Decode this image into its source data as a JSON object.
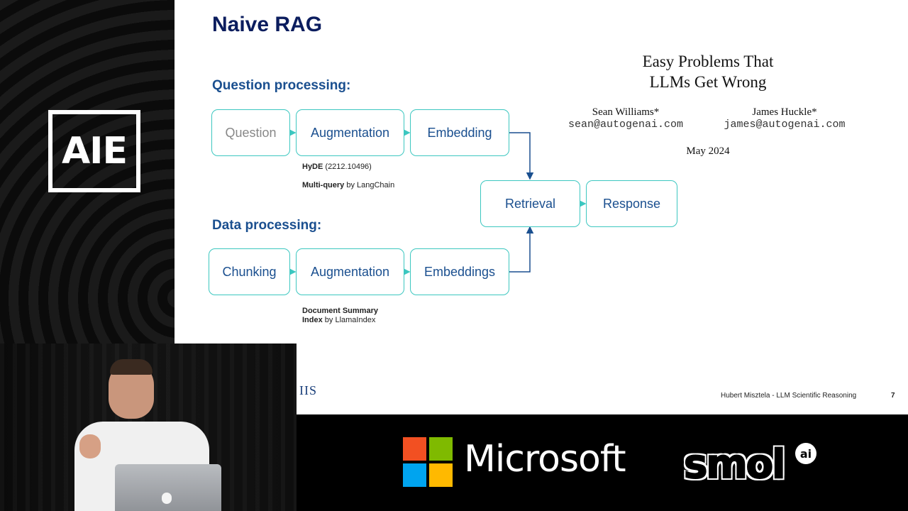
{
  "branding": {
    "event_logo": "AIE"
  },
  "slide": {
    "title": "Naive RAG",
    "question_section": "Question processing:",
    "data_section": "Data processing:",
    "question_boxes": [
      "Question",
      "Augmentation",
      "Embedding"
    ],
    "data_boxes": [
      "Chunking",
      "Augmentation",
      "Embeddings"
    ],
    "merge_boxes": [
      "Retrieval",
      "Response"
    ],
    "notes": {
      "hyde_bold": "HyDE",
      "hyde_rest": " (2212.10496)",
      "multiquery_bold": "Multi-query",
      "multiquery_rest": " by LangChain",
      "docsum_bold_1": "Document Summary",
      "docsum_bold_2": "Index",
      "docsum_rest": " by LlamaIndex"
    },
    "paper": {
      "title_line1": "Easy Problems That",
      "title_line2": "LLMs Get Wrong",
      "author1_name": "Sean Williams*",
      "author1_email": "sean@autogenai.com",
      "author2_name": "James Huckle*",
      "author2_email": "james@autogenai.com",
      "date": "May 2024"
    },
    "logo_fragment": "IIS",
    "footer": "Hubert Misztela - LLM Scientific Reasoning",
    "page_number": "7"
  },
  "sponsors": {
    "microsoft": "Microsoft",
    "smol": "smol",
    "smol_suffix": "ai"
  },
  "colors": {
    "title": "#0b1d5e",
    "accent": "#1a4f8f",
    "box_border": "#3cc7c0"
  }
}
